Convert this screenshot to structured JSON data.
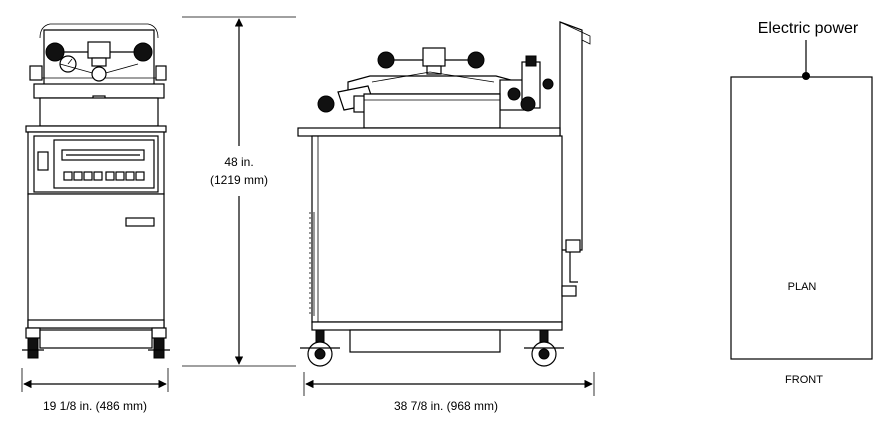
{
  "dimensions": {
    "front_width": "19 1/8 in. (486 mm)",
    "height_in": "48 in.",
    "height_mm": "(1219 mm)",
    "side_depth": "38 7/8 in. (968 mm)"
  },
  "plan": {
    "power_label": "Electric power",
    "plan_label": "PLAN",
    "front_label": "FRONT"
  },
  "colors": {
    "line": "#000000",
    "background": "#ffffff"
  }
}
